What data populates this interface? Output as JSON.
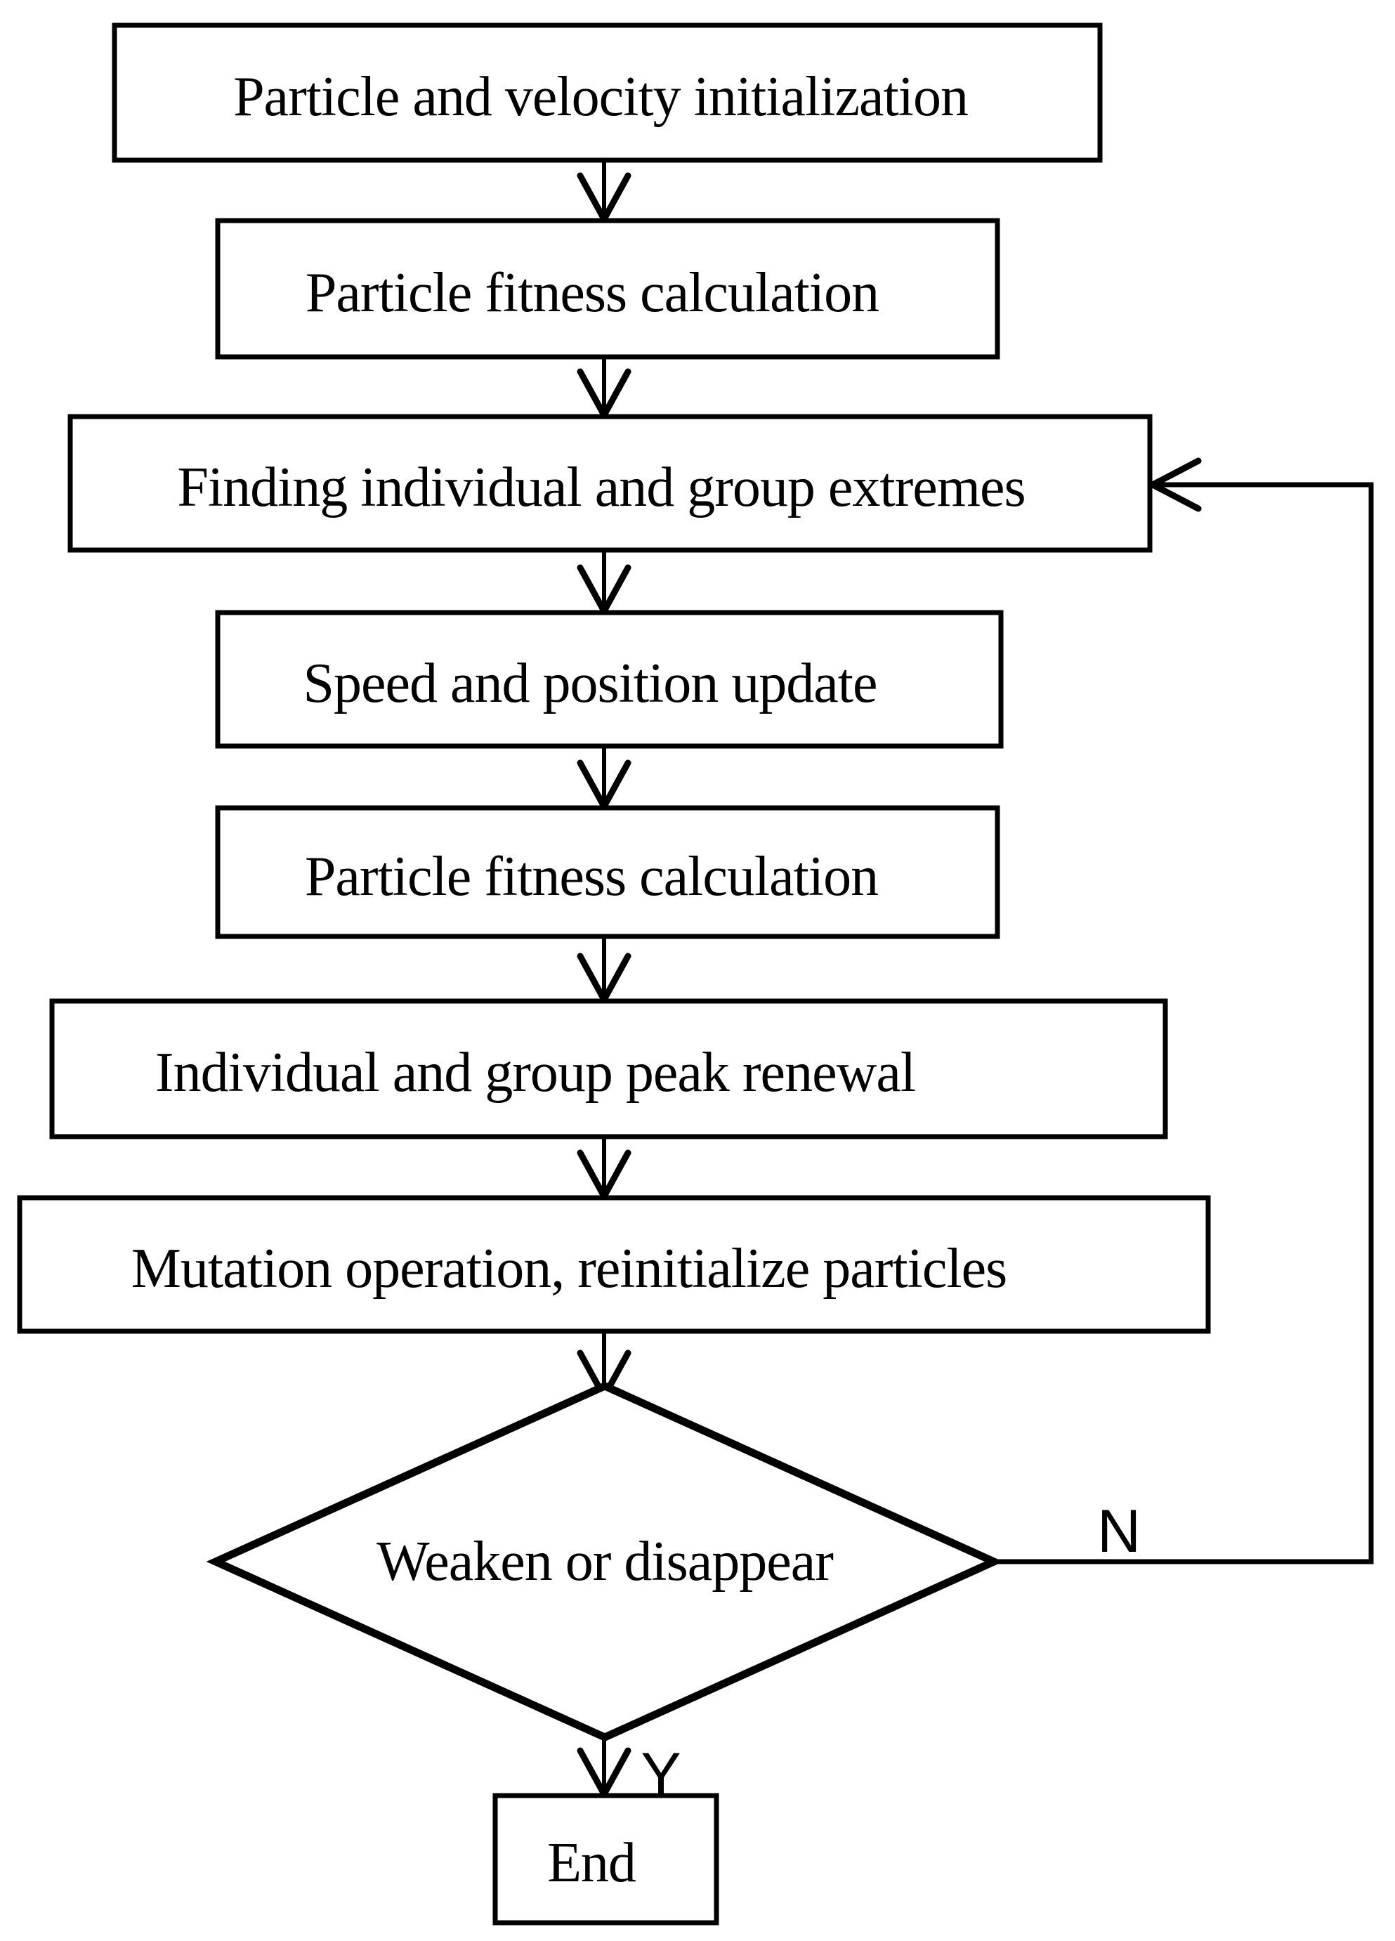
{
  "page": {
    "background_color": "#ffffff",
    "stroke_color": "#000000",
    "text_color": "#000000"
  },
  "flowchart": {
    "nodes": [
      {
        "id": "particle-velocity-initialization",
        "type": "process",
        "label": "Particle and velocity initialization"
      },
      {
        "id": "particle-fitness-calculation-1",
        "type": "process",
        "label": "Particle fitness calculation"
      },
      {
        "id": "finding-individual-group-extremes",
        "type": "process",
        "label": "Finding individual and group extremes"
      },
      {
        "id": "speed-position-update",
        "type": "process",
        "label": "Speed and position update"
      },
      {
        "id": "particle-fitness-calculation-2",
        "type": "process",
        "label": "Particle fitness calculation"
      },
      {
        "id": "individual-group-peak-renewal",
        "type": "process",
        "label": "Individual and group peak renewal"
      },
      {
        "id": "mutation-reinitialize-particles",
        "type": "process",
        "label": "Mutation operation, reinitialize particles"
      },
      {
        "id": "weaken-or-disappear",
        "type": "decision",
        "label": "Weaken or disappear"
      },
      {
        "id": "end",
        "type": "terminator",
        "label": "End"
      }
    ],
    "branch_labels": {
      "no": "N",
      "yes": "Y"
    }
  }
}
